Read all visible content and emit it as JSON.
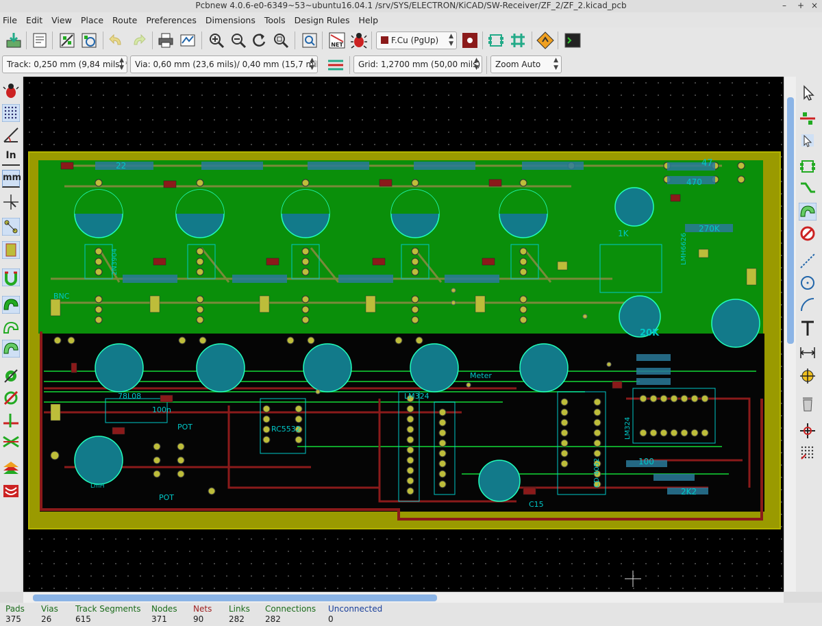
{
  "window": {
    "title": "Pcbnew 4.0.6-e0-6349~53~ubuntu16.04.1 /srv/SYS/ELECTRON/KiCAD/SW-Receiver/ZF_2/ZF_2.kicad_pcb"
  },
  "menu": [
    "File",
    "Edit",
    "View",
    "Place",
    "Route",
    "Preferences",
    "Dimensions",
    "Tools",
    "Design Rules",
    "Help"
  ],
  "toolbar": {
    "layer_select": "F.Cu (PgUp)",
    "track_width": "Track: 0,250 mm (9,84 mils) *",
    "via_size": "Via: 0,60 mm (23,6 mils)/ 0,40 mm (15,7 mils) *",
    "grid": "Grid: 1,2700 mm (50,00 mils)",
    "zoom": "Zoom Auto"
  },
  "left_toolbar": {
    "units_in": "In",
    "units_mm": "mm"
  },
  "board": {
    "labels": {
      "bnc": "BNC",
      "meter": "Meter",
      "pot": "POT",
      "pot2": "POT",
      "lm324_a": "LM324",
      "lm324_b": "LM324",
      "cd4052": "CD 4052",
      "rc5532": "RC5532",
      "lmh6626": "LMH6626",
      "u78l08": "78L08",
      "r47": "47",
      "r470": "470",
      "r270k": "270K",
      "r1k": "1K",
      "r22": "22",
      "r100": "100",
      "r2k2": "2K2",
      "r100n": "100n",
      "c15": "C15",
      "lmh": "LmH",
      "ref20k": "20K",
      "n2n3904": "2N3904"
    }
  },
  "statusbar": {
    "items": [
      {
        "label": "Pads",
        "value": "375"
      },
      {
        "label": "Vias",
        "value": "26"
      },
      {
        "label": "Track Segments",
        "value": "615"
      },
      {
        "label": "Nodes",
        "value": "371"
      },
      {
        "label": "Nets",
        "value": "90"
      },
      {
        "label": "Links",
        "value": "282"
      },
      {
        "label": "Connections",
        "value": "282"
      },
      {
        "label": "Unconnected",
        "value": "0"
      }
    ]
  },
  "colors": {
    "copper_front": "#8b1a1a",
    "copper_pour": "#0a8f0a",
    "board_edge": "#b5b500",
    "pad": "#bdbd3a",
    "silk": "#00c8c8"
  }
}
